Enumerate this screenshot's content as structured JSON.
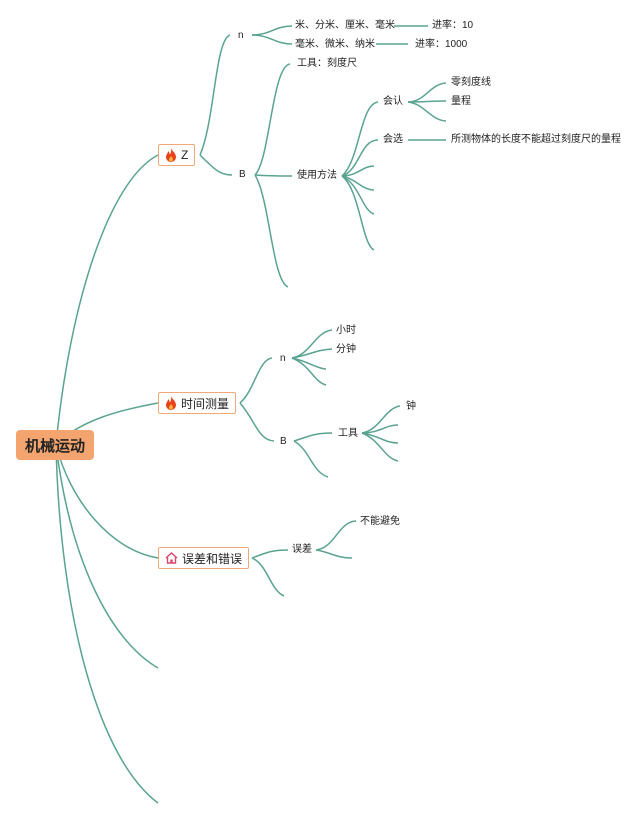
{
  "root": {
    "label": "机械运动"
  },
  "topics": {
    "z": {
      "label": "Z",
      "icon": "fire-icon"
    },
    "time": {
      "label": "时间测量",
      "icon": "fire-icon"
    },
    "error": {
      "label": "误差和错误",
      "icon": "home-icon"
    }
  },
  "nodes": {
    "z_n": "n",
    "z_n_units1": "米、分米、厘米、毫米",
    "z_n_rate1": "进率：10",
    "z_n_units2": "毫米、微米、纳米",
    "z_n_rate2": "进率：1000",
    "z_b": "B",
    "z_tool": "工具：刻度尺",
    "z_usage": "使用方法",
    "z_recognize": "会认",
    "z_zero_line": "零刻度线",
    "z_range": "量程",
    "z_select": "会选",
    "z_select_desc": "所测物体的长度不能超过刻度尺的量程",
    "t_n": "n",
    "t_hour": "小时",
    "t_minute": "分钟",
    "t_b": "B",
    "t_tool": "工具",
    "t_clock": "钟",
    "e_error": "误差",
    "e_unavoidable": "不能避免"
  },
  "colors": {
    "line": "#5aa391",
    "root_fill": "#f4a46e",
    "topic_border": "#f0a878",
    "fire": "#e8421c",
    "home": "#d9486c"
  }
}
